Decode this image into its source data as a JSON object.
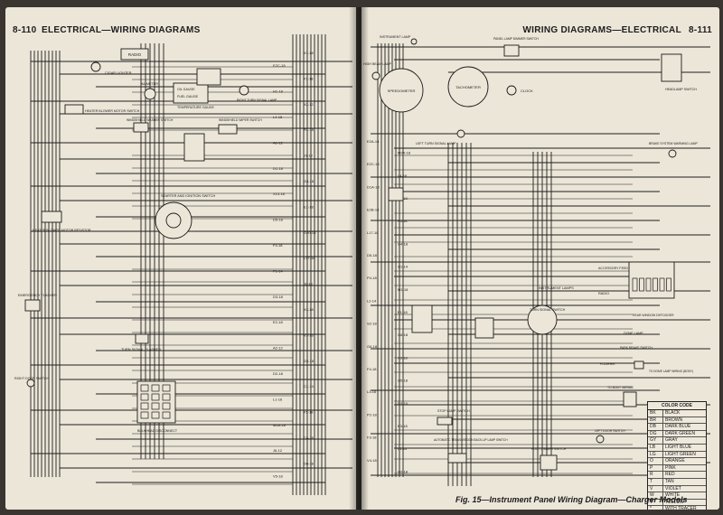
{
  "left_page": {
    "page_number": "8-110",
    "title": "ELECTRICAL—WIRING DIAGRAMS",
    "components": [
      {
        "key": "radio",
        "label": "RADIO"
      },
      {
        "key": "cigar",
        "label": "CIGAR LIGHTER"
      },
      {
        "key": "ammeter",
        "label": "AMMETER"
      },
      {
        "key": "oil",
        "label": "OIL GAUGE"
      },
      {
        "key": "fuel",
        "label": "FUEL GAUGE"
      },
      {
        "key": "temp",
        "label": "TEMPERATURE GAUGE"
      },
      {
        "key": "heaterswitch",
        "label": "HEATER BLOWER MOTOR SWITCH"
      },
      {
        "key": "washer",
        "label": "WINDSHIELD WASHER SWITCH"
      },
      {
        "key": "wiper",
        "label": "WINDSHIELD WIPER SWITCH"
      },
      {
        "key": "rightturn",
        "label": "RIGHT TURN SIGNAL LAMP"
      },
      {
        "key": "ignition",
        "label": "STARTER AND IGNITION SWITCH"
      },
      {
        "key": "resistor",
        "label": "HEATER BLOWER MOTOR RESISTOR"
      },
      {
        "key": "emergency",
        "label": "EMERGENCY FLASHER"
      },
      {
        "key": "turnflasher",
        "label": "TURN SIGNAL FLASHER"
      },
      {
        "key": "door",
        "label": "RIGHT DOOR SWITCH"
      },
      {
        "key": "bulkhead",
        "label": "BULKHEAD DISCONNECT"
      }
    ],
    "wire_labels": [
      "X1-18",
      "E2C-18",
      "F3-18",
      "H1-18",
      "X2-12",
      "L4-18",
      "R1-18",
      "A1-12",
      "J1-12",
      "D1-18",
      "G4-18",
      "X13-18",
      "E1-18",
      "D5-18",
      "G20-18",
      "F4-18",
      "L17-18",
      "P1-14",
      "J2-12",
      "D3-18",
      "X3-18",
      "E2-18",
      "V3-18",
      "A2-12",
      "G6-18",
      "D2-18",
      "C1-14",
      "L1-16",
      "F5-18",
      "M2A-18",
      "C4-18",
      "J6-12",
      "D6-18",
      "V5-18"
    ]
  },
  "right_page": {
    "page_number": "8-111",
    "title": "WIRING DIAGRAMS—ELECTRICAL",
    "components": [
      {
        "key": "instlamp",
        "label": "INSTRUMENT LAMP"
      },
      {
        "key": "panellamp",
        "label": "PANEL LAMP DIMMER SWITCH"
      },
      {
        "key": "highbeam",
        "label": "HIGH BEAM LAMP"
      },
      {
        "key": "speedo",
        "label": "SPEEDOMETER"
      },
      {
        "key": "tach",
        "label": "TACHOMETER"
      },
      {
        "key": "clock",
        "label": "CLOCK"
      },
      {
        "key": "headlamp",
        "label": "HEADLAMP SWITCH"
      },
      {
        "key": "leftturn",
        "label": "LEFT TURN SIGNAL LAMP"
      },
      {
        "key": "brake",
        "label": "BRAKE SYSTEM WARNING LAMP"
      },
      {
        "key": "instlamps",
        "label": "INSTRUMENT LAMPS"
      },
      {
        "key": "turnsignal",
        "label": "TURN SIGNAL SWITCH"
      },
      {
        "key": "accessory",
        "label": "ACCESSORY FEED"
      },
      {
        "key": "radio2",
        "label": "RADIO"
      },
      {
        "key": "defogger",
        "label": "REAR WINDOW DEFOGGER"
      },
      {
        "key": "domelamp",
        "label": "DOME LAMP"
      },
      {
        "key": "parkbrake",
        "label": "PARK BRAKE SWITCH"
      },
      {
        "key": "flasher2",
        "label": "FLASHER"
      },
      {
        "key": "stoplamp",
        "label": "STOP LAMP SWITCH"
      },
      {
        "key": "automatic",
        "label": "AUTOMATIC TRANSMISSION BACK-UP LAMP SWITCH"
      },
      {
        "key": "footdimmer",
        "label": "FOOT DIMMER SWITCH"
      },
      {
        "key": "leftdoor",
        "label": "LEFT DOOR SWITCH"
      },
      {
        "key": "tobody",
        "label": "TO BODY WIRING"
      },
      {
        "key": "todome",
        "label": "TO DOME LAMP WIRING (BODY)"
      }
    ],
    "wire_labels": [
      "E2A-18",
      "M2A-18",
      "E2C-18",
      "L4-18",
      "D1A-18",
      "X1-18",
      "E2B-18",
      "F5-18",
      "L17-18",
      "G4-18",
      "D5-18",
      "Q1-14",
      "P4-18",
      "M1-18",
      "L2-14",
      "E1-18",
      "S2-18",
      "G8-18",
      "G6-18",
      "X3-18",
      "F4-18",
      "Q5-18",
      "L3-16",
      "D3-18",
      "P2-18",
      "E3-18",
      "F3-18",
      "L1-14",
      "V4-18",
      "Q2-18"
    ],
    "color_code": {
      "title": "COLOR CODE",
      "rows": [
        {
          "code": "BK",
          "name": "BLACK"
        },
        {
          "code": "BR",
          "name": "BROWN"
        },
        {
          "code": "DB",
          "name": "DARK BLUE"
        },
        {
          "code": "DG",
          "name": "DARK GREEN"
        },
        {
          "code": "GY",
          "name": "GRAY"
        },
        {
          "code": "LB",
          "name": "LIGHT BLUE"
        },
        {
          "code": "LG",
          "name": "LIGHT GREEN"
        },
        {
          "code": "O",
          "name": "ORANGE"
        },
        {
          "code": "P",
          "name": "PINK"
        },
        {
          "code": "R",
          "name": "RED"
        },
        {
          "code": "T",
          "name": "TAN"
        },
        {
          "code": "V",
          "name": "VIOLET"
        },
        {
          "code": "W",
          "name": "WHITE"
        },
        {
          "code": "Y",
          "name": "YELLOW"
        },
        {
          "code": "*",
          "name": "WITH TRACER"
        }
      ]
    },
    "figure_caption": "Fig. 15—Instrument Panel Wiring Diagram—Charger Models"
  }
}
